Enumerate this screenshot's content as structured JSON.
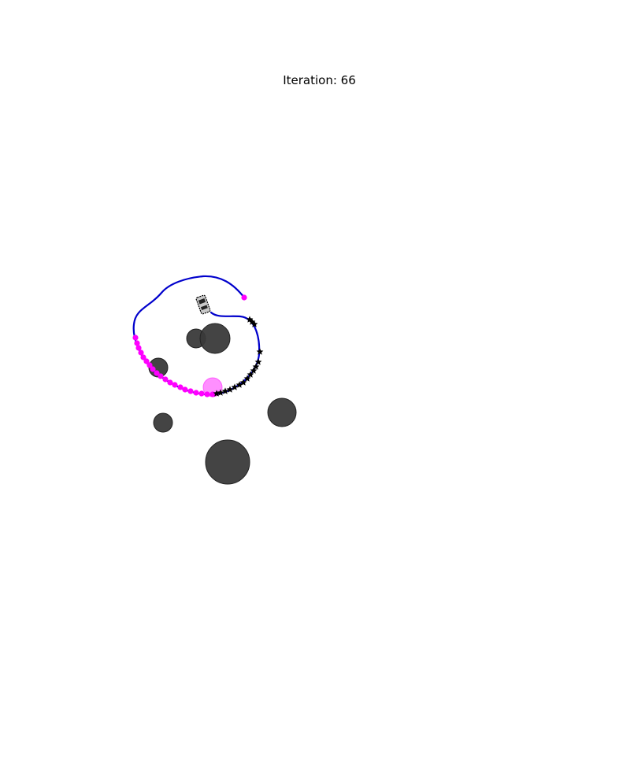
{
  "figure": {
    "title": "Iteration: 66"
  },
  "colors": {
    "path": "#0000cc",
    "waypoint": "#ff00ff",
    "goal": "#ff33ff",
    "obstacle": "#3a3a3a",
    "star": "#000000",
    "vehicle_body": "#c8c8c8",
    "vehicle_outline": "#000000"
  },
  "icons": {
    "vehicle": "car-icon",
    "obstacle": "circle-obstacle",
    "goal": "goal-circle",
    "star": "star-marker"
  }
}
